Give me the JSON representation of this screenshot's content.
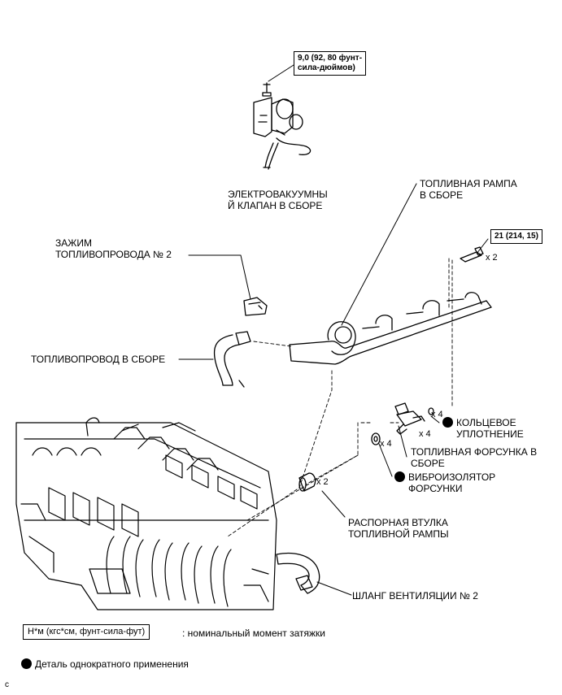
{
  "torque_solenoid": [
    "9,0 (92, 80 фунт-",
    "сила-дюймов)"
  ],
  "torque_rail_bolt": "21 (214, 15)",
  "labels": {
    "solenoid_valve": [
      "ЭЛЕКТРОВАКУУМНЫ",
      "Й КЛАПАН В СБОРЕ"
    ],
    "fuel_rail": [
      "ТОПЛИВНАЯ РАМПА",
      "В СБОРЕ"
    ],
    "clamp": [
      "ЗАЖИМ",
      "ТОПЛИВОПРОВОДА № 2"
    ],
    "fuel_line": "ТОПЛИВОПРОВОД В СБОРЕ",
    "o_ring": [
      "КОЛЬЦЕВОЕ",
      "УПЛОТНЕНИЕ"
    ],
    "injector": [
      "ТОПЛИВНАЯ ФОРСУНКА В",
      "СБОРЕ"
    ],
    "insulator": [
      "ВИБРОИЗОЛЯТОР",
      "ФОРСУНКИ"
    ],
    "spacer": [
      "РАСПОРНАЯ ВТУЛКА",
      "ТОПЛИВНОЙ РАМПЫ"
    ],
    "vent_hose": "ШЛАНГ ВЕНТИЛЯЦИИ № 2"
  },
  "quantities": {
    "bolt": "x 2",
    "o_ring": "x 4",
    "injector": "x 4",
    "insulator": "x 4",
    "spacer": "x 2"
  },
  "legend": {
    "torque_unit": "Н*м (кгс*см, фунт-сила-фут)",
    "torque_desc": ": номинальный момент затяжки",
    "single_use": "Деталь однократного применения"
  },
  "corner_mark": "c"
}
